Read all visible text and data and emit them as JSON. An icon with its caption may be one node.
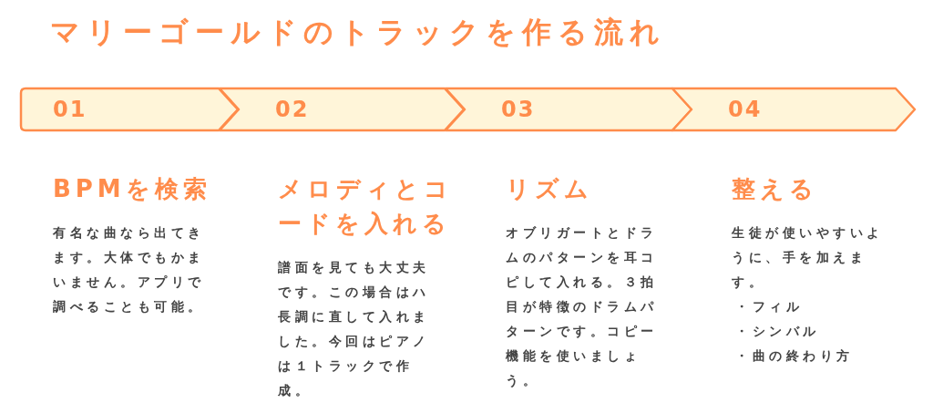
{
  "diagram": {
    "title": "マリーゴールドのトラックを作る流れ",
    "nodes": [
      {
        "text": [
          "01"
        ],
        "beside": [
          "BPMを検索",
          "有名な曲なら出てきます。大体でもかまいません。アプリで調べることも可能。"
        ]
      },
      {
        "text": [
          "02"
        ],
        "beside": [
          "メロディとコードを入れる",
          "譜面を見ても大丈夫です。この場合はハ長調に直して入れました。今回はピアノは１トラックで作成。"
        ]
      },
      {
        "text": [
          "03"
        ],
        "beside": [
          "リズム",
          "オブリガートとドラムのパターンを耳コピして入れる。３拍目が特徴のドラムパターンです。コピー機能を使いましょう。"
        ]
      },
      {
        "text": [
          "04"
        ],
        "beside": [
          "整える",
          "生徒が使いやすいように、手を加えます。",
          "・フィル",
          "・シンバル",
          "・曲の終わり方"
        ]
      }
    ]
  }
}
